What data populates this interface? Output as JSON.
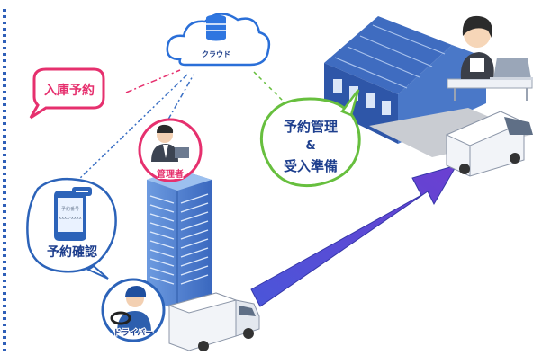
{
  "labels": {
    "cloud": "クラウド",
    "reservation": "入庫予約",
    "manager": "管理者",
    "confirm": "予約確認",
    "phone_line1": "予約番号",
    "phone_line2": "xxxx-xxxx",
    "driver": "ドライバー",
    "mgmt_line1": "予約管理",
    "mgmt_line2": "&",
    "mgmt_line3": "受入準備"
  },
  "colors": {
    "pink": "#e6306e",
    "green": "#67bf3e",
    "blue_dash": "#3a6fc4",
    "arrow": "#5b4ed6",
    "building": "#4d7fd2",
    "warehouse": "#2e56a8"
  },
  "icons": {
    "cloud": "cloud-database-icon",
    "manager": "manager-avatar-icon",
    "driver": "driver-avatar-icon",
    "phone": "smartphone-icon"
  }
}
